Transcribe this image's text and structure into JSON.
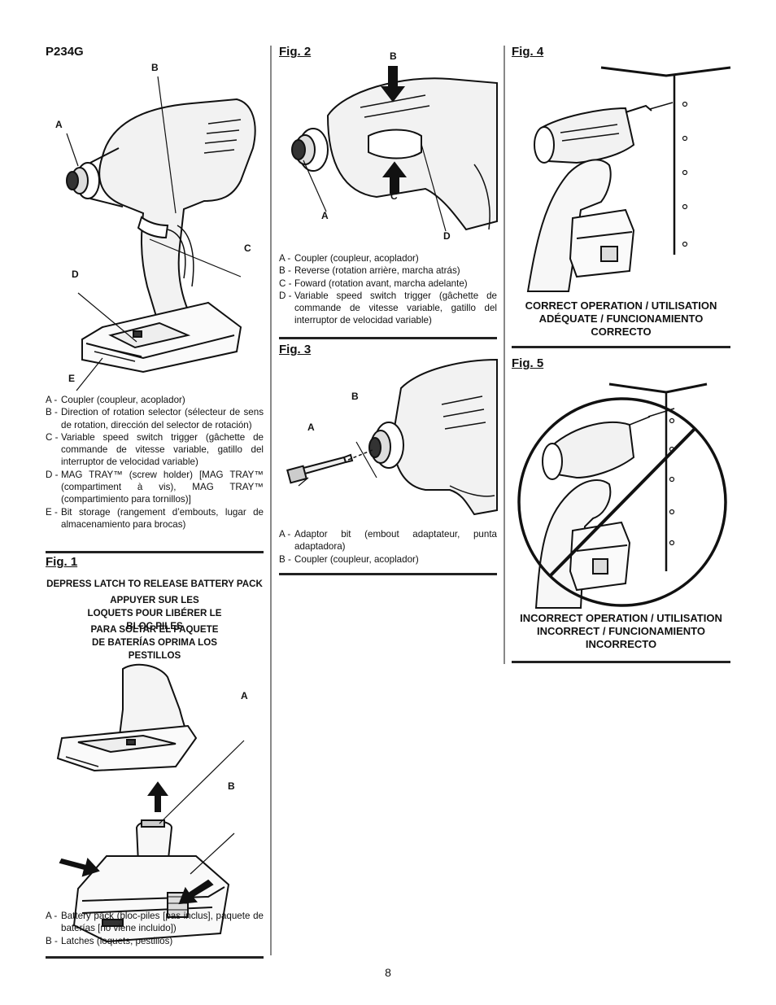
{
  "page_number": "8",
  "column1": {
    "model": "P234G",
    "labels": {
      "a": "A",
      "b": "B",
      "c": "C",
      "d": "D",
      "e": "E"
    },
    "legend": [
      {
        "key": "A -",
        "text": "Coupler (coupleur, acoplador)"
      },
      {
        "key": "B -",
        "text": "Direction of rotation selector (sélecteur de sens de rotation, dirección del selector de rotación)"
      },
      {
        "key": "C -",
        "text": "Variable speed switch trigger (gâchette de commande de vitesse variable, gatillo del interruptor de velocidad variable)"
      },
      {
        "key": "D -",
        "text": "MAG TRAY™ (screw holder) [MAG TRAY™ (compartiment à vis), MAG TRAY™ (compartimiento para tornillos)]"
      },
      {
        "key": "E -",
        "text": "Bit storage (rangement d’embouts, lugar de almacenamiento para brocas)"
      }
    ],
    "fig1": {
      "title": "Fig. 1",
      "caption_en": "DEPRESS LATCH TO RELEASE BATTERY PACK",
      "caption_fr": "APPUYER SUR LES LOQUETS POUR LIBÉRER LE BLOC PILES",
      "caption_es": "PARA SOLTAR EL PAQUETE DE BATERÍAS OPRIMA LOS PESTILLOS",
      "labels": {
        "a": "A",
        "b": "B"
      },
      "legend": [
        {
          "key": "A -",
          "text": "Battery pack (bloc-piles [pas inclus], paquete de baterías [no viene incluido])"
        },
        {
          "key": "B -",
          "text": "Latches (loquets, pestillos)"
        }
      ]
    }
  },
  "column2": {
    "fig2": {
      "title": "Fig. 2",
      "labels": {
        "a": "A",
        "b": "B",
        "c": "C",
        "d": "D"
      },
      "legend": [
        {
          "key": "A -",
          "text": "Coupler (coupleur, acoplador)"
        },
        {
          "key": "B -",
          "text": "Reverse (rotation arrière, marcha atrás)"
        },
        {
          "key": "C -",
          "text": "Foward (rotation avant, marcha adelante)"
        },
        {
          "key": "D -",
          "text": "Variable speed switch trigger (gâchette de commande de vitesse variable, gatillo del interruptor de velocidad variable)"
        }
      ]
    },
    "fig3": {
      "title": "Fig. 3",
      "labels": {
        "a": "A",
        "b": "B"
      },
      "legend": [
        {
          "key": "A -",
          "text": "Adaptor bit (embout adaptateur, punta adaptadora)"
        },
        {
          "key": "B -",
          "text": "Coupler (coupleur, acoplador)"
        }
      ]
    }
  },
  "column3": {
    "fig4": {
      "title": "Fig. 4",
      "caption": "CORRECT OPERATION / UTILISATION ADÉQUATE / FUNCIONAMIENTO CORRECTO"
    },
    "fig5": {
      "title": "Fig. 5",
      "caption": "INCORRECT OPERATION / UTILISATION INCORRECT / FUNCIONAMIENTO INCORRECTO"
    }
  },
  "colors": {
    "ink": "#111111",
    "rule": "#222222",
    "divider": "#888888"
  }
}
